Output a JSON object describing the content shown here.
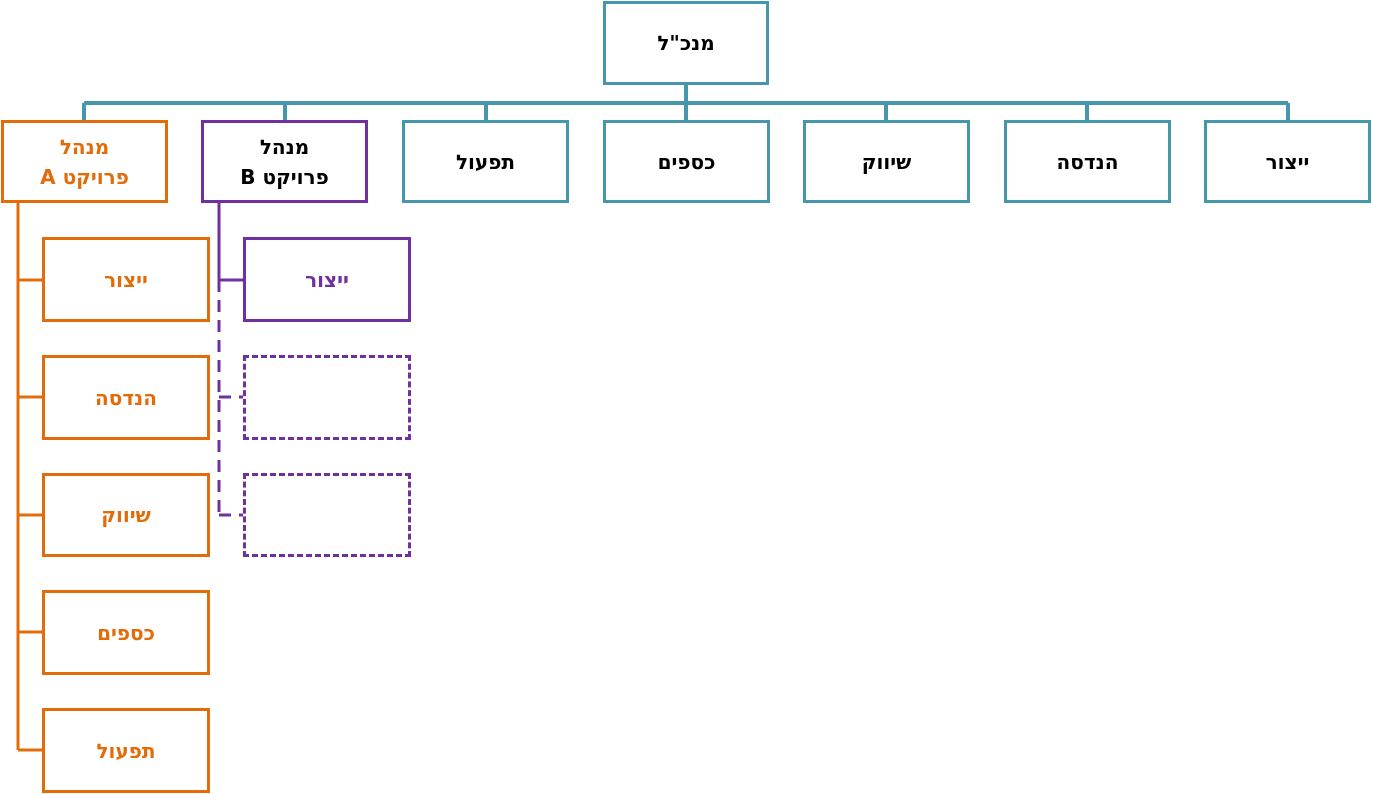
{
  "colors": {
    "main": "#4797AC",
    "project_a": "#E36C0A",
    "project_b": "#7030A0"
  },
  "ceo": "מנכ\"ל",
  "departments": [
    "ייצור",
    "הנדסה",
    "שיווק",
    "כספים",
    "תפעול"
  ],
  "project_b_manager": {
    "line1": "מנהל",
    "line2": "פרויקט B"
  },
  "project_a_manager": {
    "line1": "מנהל",
    "line2": "פרויקט A"
  },
  "project_a_units": [
    "ייצור",
    "הנדסה",
    "שיווק",
    "כספים",
    "תפעול"
  ],
  "project_b_units": [
    "ייצור"
  ]
}
